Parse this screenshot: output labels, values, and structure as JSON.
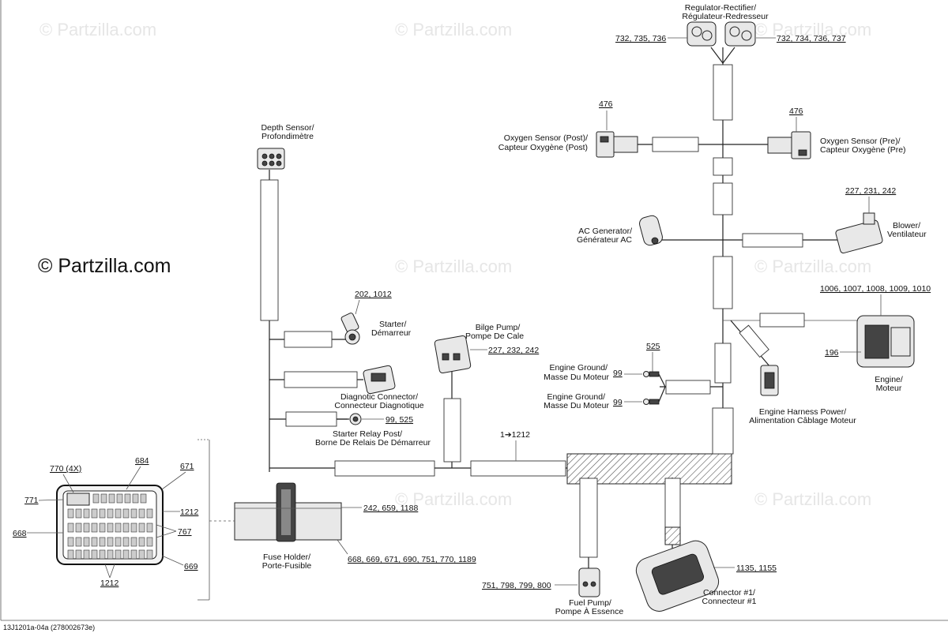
{
  "watermark": "© Partzilla.com",
  "main_watermark": "© Partzilla.com",
  "figure_id": "13J1201a-04a (278002673e)",
  "components": {
    "regulator": {
      "label1": "Regulator-Rectifier/",
      "label2": "Régulateur-Redresseur",
      "ref_left": "732, 735, 736",
      "ref_right": "732, 734, 736, 737"
    },
    "o2_post": {
      "label1": "Oxygen Sensor (Post)/",
      "label2": "Capteur Oxygène (Post)",
      "ref": "476"
    },
    "o2_pre": {
      "label1": "Oxygen Sensor (Pre)/",
      "label2": "Capteur Oxygène (Pre)",
      "ref": "476"
    },
    "depth": {
      "label1": "Depth Sensor/",
      "label2": "Profondimètre"
    },
    "blower": {
      "label1": "Blower/",
      "label2": "Ventilateur",
      "ref": "227, 231, 242"
    },
    "ac_gen": {
      "label1": "AC Generator/",
      "label2": "Générateur AC"
    },
    "starter": {
      "label1": "Starter/",
      "label2": "Démarreur",
      "ref": "202, 1012"
    },
    "engine": {
      "label1": "Engine/",
      "label2": "Moteur",
      "ref": "1006, 1007, 1008, 1009, 1010",
      "ref2": "196"
    },
    "bilge": {
      "label1": "Bilge Pump/",
      "label2": "Pompe De Cale",
      "ref": "227, 232, 242"
    },
    "ground1": {
      "label1": "Engine Ground/",
      "label2": "Masse Du Moteur",
      "ref": "99"
    },
    "ground2": {
      "label1": "Engine Ground/",
      "label2": "Masse Du Moteur",
      "ref": "99"
    },
    "ground_ref": "525",
    "diag": {
      "label1": "Diagnotic Connector/",
      "label2": "Connecteur Diagnotique"
    },
    "harness_power": {
      "label1": "Engine Harness Power/",
      "label2": "Alimentation Câblage Moteur"
    },
    "relay_post": {
      "label1": "Starter Relay Post/",
      "label2": "Borne De Relais De Démarreur",
      "ref": "99, 525"
    },
    "harness_ref": "1➔1212",
    "fuse_holder": {
      "label1": "Fuse Holder/",
      "label2": "Porte-Fusible",
      "ref_top": "242, 659, 1188",
      "ref_bottom": "668, 669, 671, 690, 751, 770, 1189"
    },
    "fuel_pump": {
      "label1": "Fuel Pump/",
      "label2": "Pompe À Essence",
      "ref": "751, 798, 799, 800"
    },
    "connector1": {
      "label1": "Connector #1/",
      "label2": "Connecteur #1",
      "ref": "1135, 1155"
    }
  },
  "fuse_box_detail": {
    "ref_770": "770 (4X)",
    "ref_684": "684",
    "ref_671": "671",
    "ref_771": "771",
    "ref_1212_right": "1212",
    "ref_668": "668",
    "ref_767": "767",
    "ref_669": "669",
    "ref_1212_bottom": "1212"
  }
}
